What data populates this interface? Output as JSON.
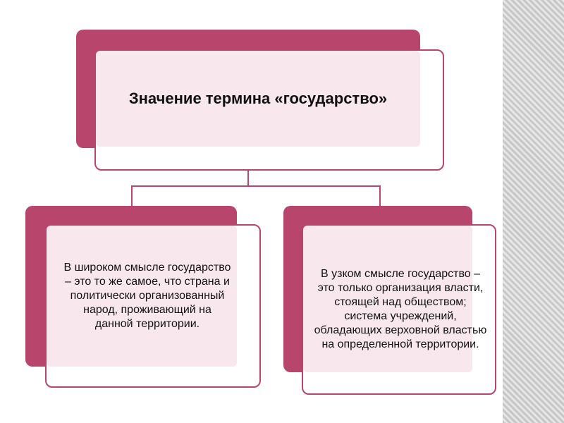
{
  "diagram": {
    "root": {
      "text": "Значение термина «государство»"
    },
    "children": [
      {
        "text": "В широком смысле государство – это то же самое, что страна и политически организованный народ, проживающий на данной территории."
      },
      {
        "text": "В узком смысле государство – это только организация власти, стоящей над обществом; система учреждений, обладающих верховной властью на определенной территории."
      }
    ]
  },
  "colors": {
    "accent": "#b8456b",
    "card_fill": "#f8e7ec",
    "text": "#111111",
    "side_stripe": "#d6d6d6"
  }
}
